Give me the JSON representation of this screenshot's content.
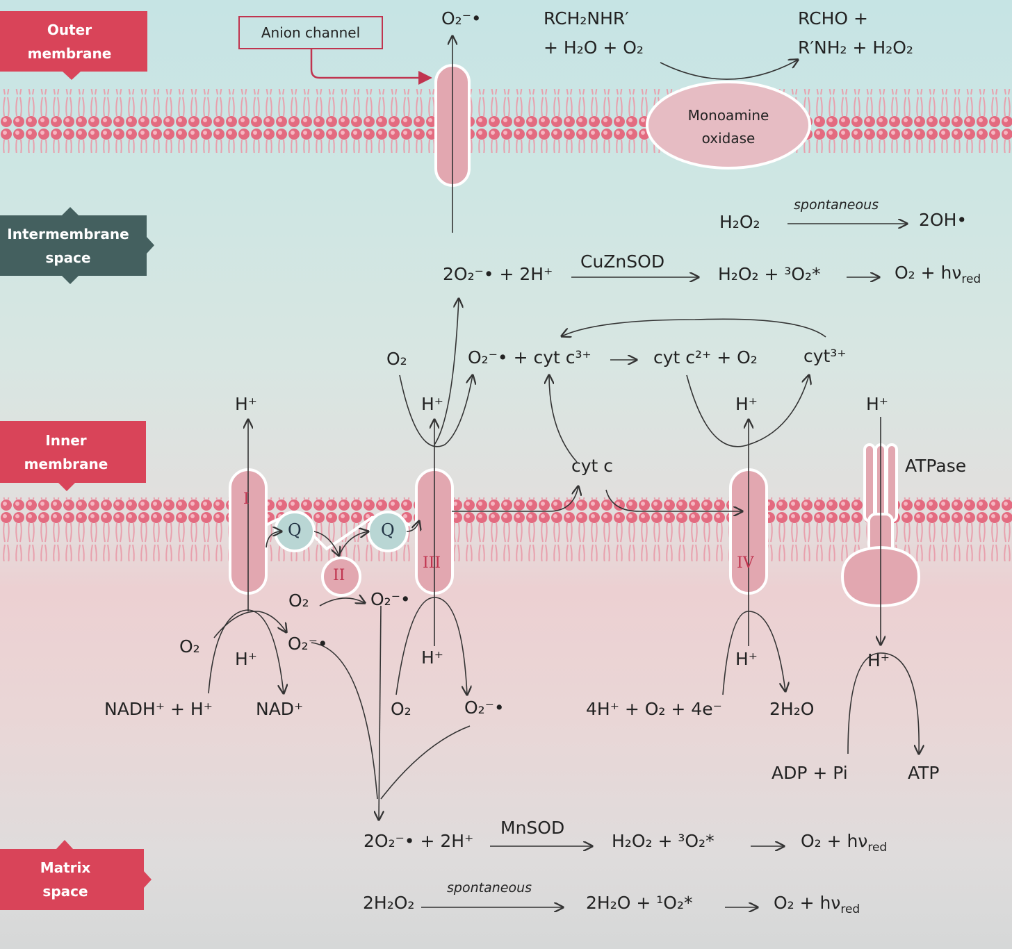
{
  "compartments": {
    "outer": [
      "Outer",
      "membrane"
    ],
    "intermembrane": [
      "Intermembrane",
      "space"
    ],
    "inner": [
      "Inner",
      "membrane"
    ],
    "matrix": [
      "Matrix",
      "space"
    ]
  },
  "anion_channel": "Anion channel",
  "monoamine_oxidase": [
    "Monoamine",
    "oxidase"
  ],
  "atpase": "ATPase",
  "complexes": {
    "I": "I",
    "II": "II",
    "III": "III",
    "IV": "IV",
    "Q": "Q",
    "cytc": "cyt c"
  },
  "colors": {
    "label_red": "#d94459",
    "label_slate": "#44605f",
    "membrane": "#e06b7f",
    "complex_fill": "#e2a7b0"
  },
  "reactions": {
    "mao_left": [
      "RCH₂NHR′",
      "+ H₂O + O₂"
    ],
    "mao_right": [
      "RCHO +",
      "R′NH₂ + H₂O₂"
    ],
    "top_superoxide": "O₂⁻•",
    "ims_spont_left": "H₂O₂",
    "ims_spont_label": "spontaneous",
    "ims_spont_right": "2OH•",
    "ims_sod_left": "2O₂⁻• + 2H⁺",
    "ims_sod_label": "CuZnSOD",
    "ims_sod_mid": "H₂O₂ + ³O₂*",
    "ims_sod_right": "O₂ + hν",
    "ims_o2_1": "O₂",
    "ims_cyt_left": "O₂⁻• + cyt c³⁺",
    "ims_cyt_mid": "cyt c²⁺ + O₂",
    "ims_cyt_right": "cyt³⁺",
    "hplus": "H⁺",
    "m_o2_a": "O₂",
    "m_o2_sup_a": "O₂⁻•",
    "m_o2_b": "O₂",
    "m_o2_sup_b": "O₂⁻•",
    "nadh": "NADH⁺ + H⁺",
    "nad": "NAD⁺",
    "m_o2_c": "O₂",
    "m_o2_sup_c": "O₂⁻•",
    "c4_left": "4H⁺ + O₂ + 4e⁻",
    "c4_right": "2H₂O",
    "adp": "ADP + Pi",
    "atp": "ATP",
    "mx_sod_left": "2O₂⁻• + 2H⁺",
    "mx_sod_label": "MnSOD",
    "mx_sod_mid": "H₂O₂ + ³O₂*",
    "mx_sod_right": "O₂ + hν",
    "mx_spont_left": "2H₂O₂",
    "mx_spont_label": "spontaneous",
    "mx_spont_mid": "2H₂O + ¹O₂*",
    "mx_spont_right": "O₂ + hν",
    "red_sub": "red"
  }
}
